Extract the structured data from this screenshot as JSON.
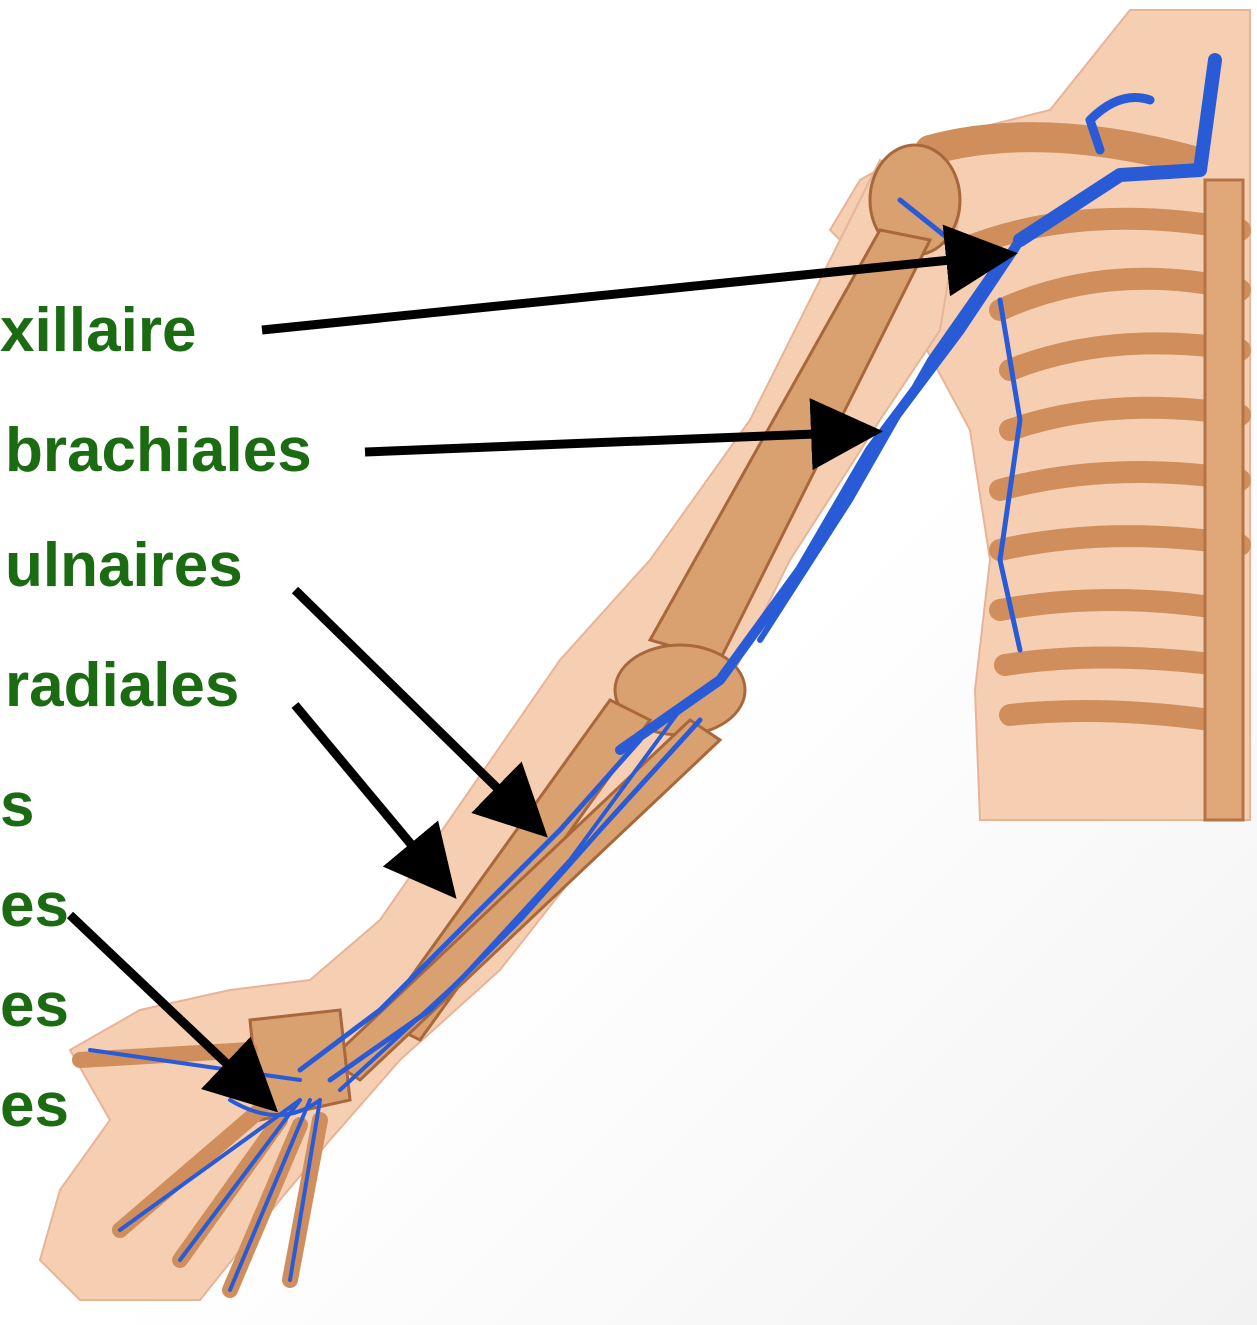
{
  "labels": {
    "axillaire": "xillaire",
    "brachiales": "brachiales",
    "ulnaires": "ulnaires",
    "radiales": "radiales",
    "row5": "s",
    "row6": "es",
    "row7": "es",
    "row8": "es"
  },
  "colors": {
    "label_text": "#1b6b12",
    "arrow": "#000000",
    "vein": "#2a5bd6",
    "bone": "#d9a070",
    "skin": "#f6cfb3"
  }
}
